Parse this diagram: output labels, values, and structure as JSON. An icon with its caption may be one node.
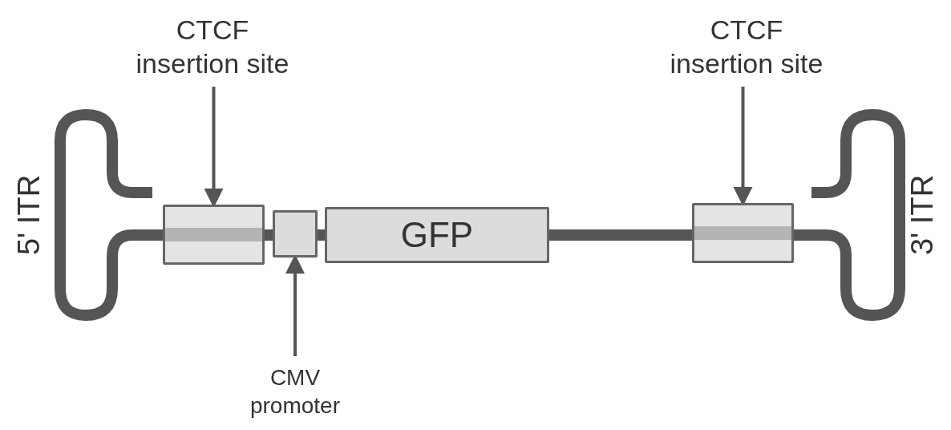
{
  "diagram": {
    "nodes": [
      {
        "text": [
          "CTCF insertion site"
        ]
      },
      {
        "text": [
          "CTCF insertion site"
        ]
      },
      {
        "text": [],
        "shape": "box"
      },
      {
        "text": [],
        "shape": "box"
      },
      {
        "text": [
          "GFP"
        ]
      },
      {
        "text": [],
        "shape": "box"
      },
      {
        "text": [
          "CMV promoter"
        ]
      }
    ],
    "edges": [
      {
        "from": 0,
        "to": 2,
        "arrow": "to"
      },
      {
        "from": 1,
        "to": 5,
        "arrow": "to"
      },
      {
        "from": 6,
        "to": 3,
        "arrow": "to"
      },
      {
        "from": 2,
        "to": 3,
        "arrow": "none",
        "style": "thick"
      },
      {
        "from": 3,
        "to": 4,
        "arrow": "none",
        "style": "thick"
      },
      {
        "from": 4,
        "to": 5,
        "arrow": "none",
        "style": "thick"
      }
    ],
    "labels": [
      "5' ITR",
      "3' ITR"
    ]
  }
}
